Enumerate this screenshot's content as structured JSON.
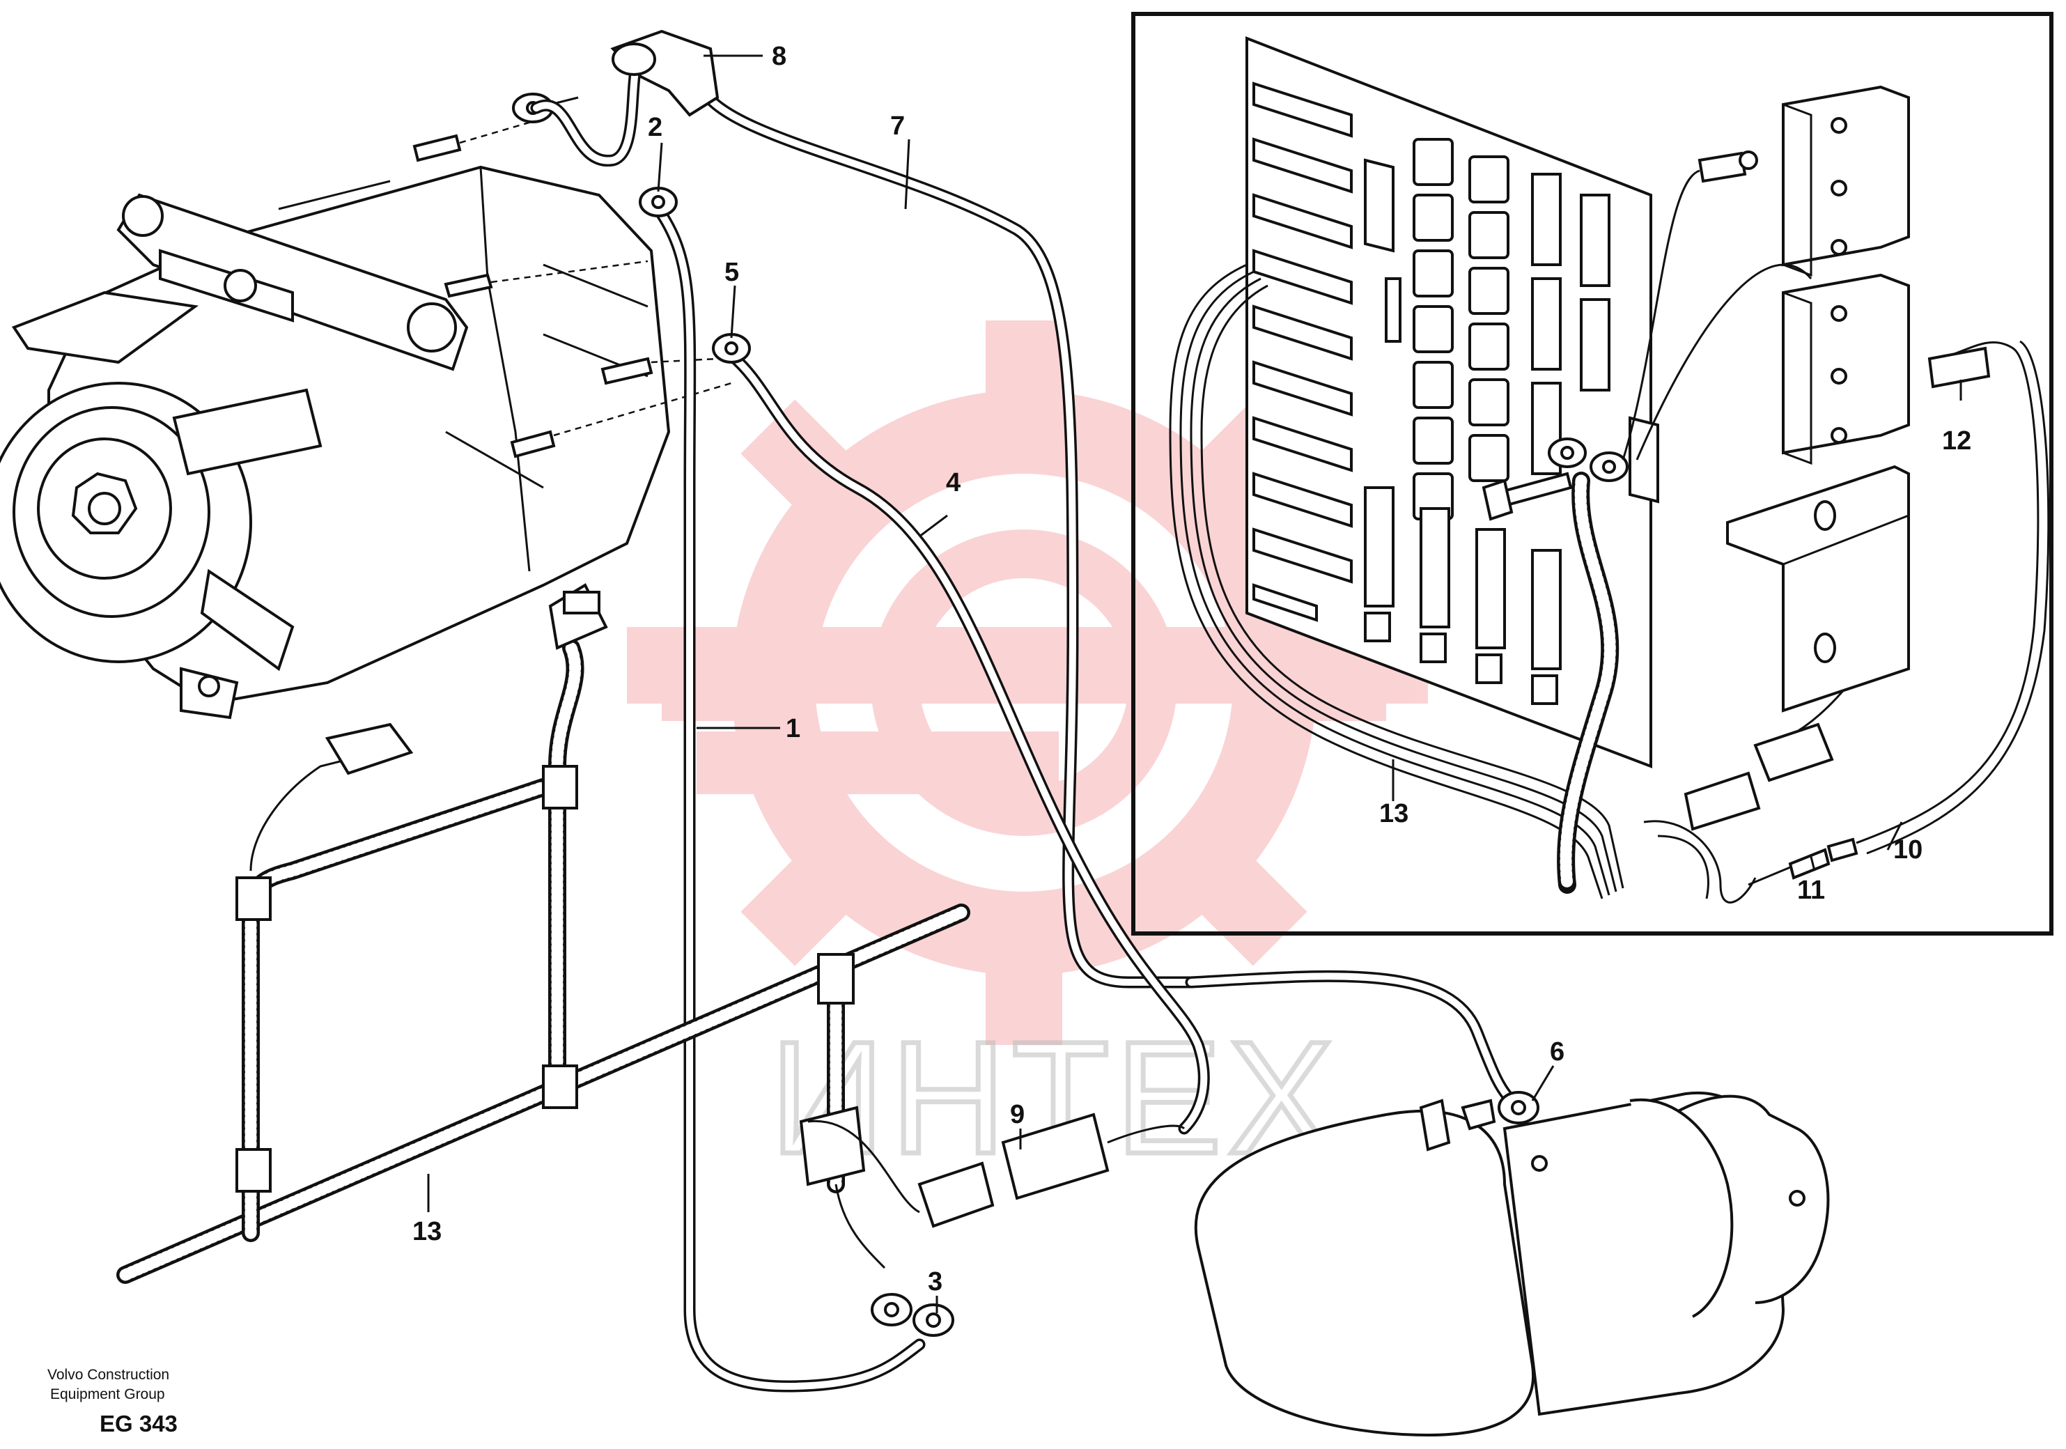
{
  "callouts": [
    {
      "id": "1",
      "label": "1"
    },
    {
      "id": "2",
      "label": "2"
    },
    {
      "id": "3",
      "label": "3"
    },
    {
      "id": "4",
      "label": "4"
    },
    {
      "id": "5",
      "label": "5"
    },
    {
      "id": "6",
      "label": "6"
    },
    {
      "id": "7",
      "label": "7"
    },
    {
      "id": "8",
      "label": "8"
    },
    {
      "id": "9",
      "label": "9"
    },
    {
      "id": "10",
      "label": "10"
    },
    {
      "id": "11",
      "label": "11"
    },
    {
      "id": "12",
      "label": "12"
    },
    {
      "id": "13a",
      "label": "13"
    },
    {
      "id": "13b",
      "label": "13"
    }
  ],
  "footer": {
    "company_line1": "Volvo Construction",
    "company_line2": "Equipment Group",
    "code": "EG 343"
  },
  "watermark": {
    "text": "ИНТЕХ",
    "color": "#e8141d"
  },
  "colors": {
    "line": "#111111",
    "background": "#ffffff",
    "watermark_logo": "#e8141d"
  }
}
